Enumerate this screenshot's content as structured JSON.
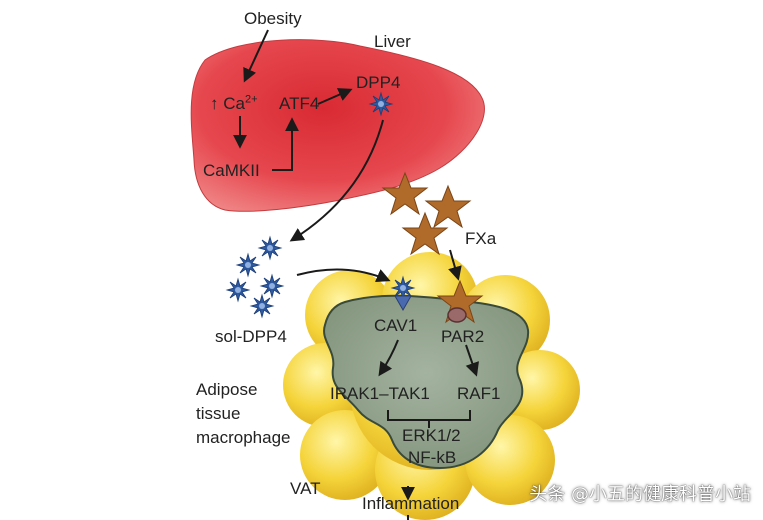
{
  "labels": {
    "obesity": "Obesity",
    "liver": "Liver",
    "up_arrow": "↑",
    "ca": "Ca",
    "ca_sup": "2+",
    "atf4": "ATF4",
    "dpp4": "DPP4",
    "camkii": "CaMKII",
    "fxa": "FXa",
    "sol_dpp4": "sol-DPP4",
    "cav1": "CAV1",
    "par2": "PAR2",
    "irak1": "IRAK1",
    "dash": "–",
    "tak1": "TAK1",
    "raf1": "RAF1",
    "erk": "ERK1/2",
    "nfkb": "NF-kB",
    "adipose_line1": "Adipose",
    "adipose_line2": "tissue",
    "adipose_line3": "macrophage",
    "vat": "VAT",
    "inflammation": "Inflammation"
  },
  "watermark": "头条 @小五的健康科普小站",
  "colors": {
    "liver": "#e04a50",
    "fat": "#f2d23a",
    "macrophage": "#8a9a86",
    "star": "#b06a2a",
    "dpp4_particle": "#2f5aa0"
  }
}
